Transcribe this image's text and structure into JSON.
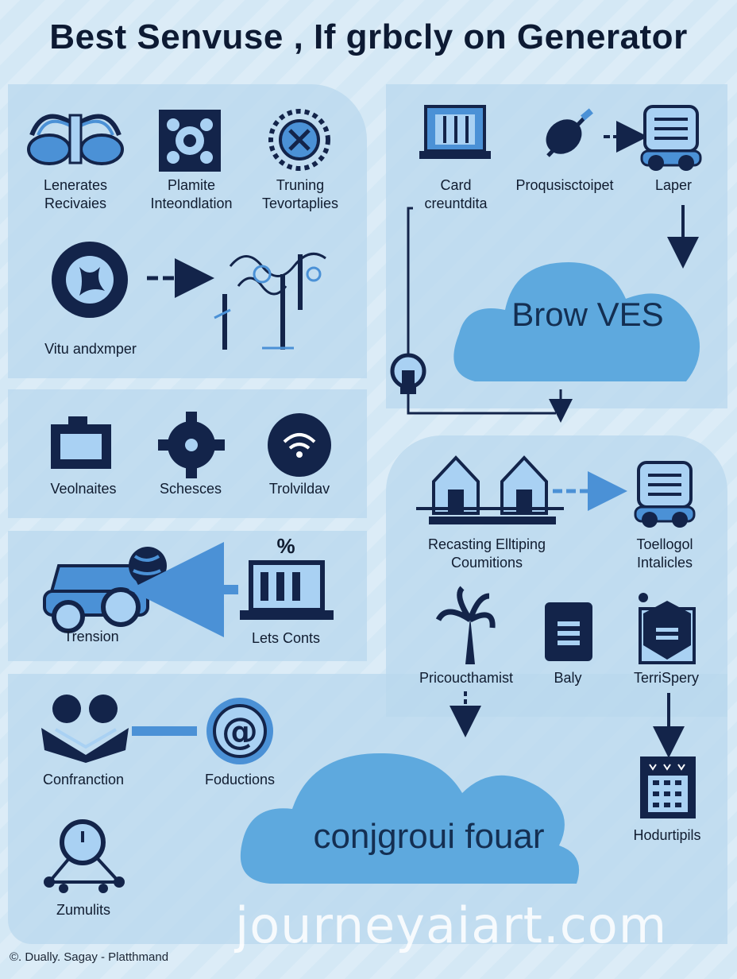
{
  "title": "Best Senvuse , If grbcly on Generator",
  "colors": {
    "dark": "#13244a",
    "mid": "#4b91d6",
    "light": "#a9d1f3",
    "panel": "#b9d8ee",
    "cloud": "#5ea9de"
  },
  "left_panel": {
    "row1": [
      {
        "label": "Lenerates\nRecivaies",
        "icon": "stamp-pair-icon"
      },
      {
        "label": "Plamite\nInteondlation",
        "icon": "pattern-tile-icon"
      },
      {
        "label": "Truning\nTevortaplies",
        "icon": "gear-target-icon"
      }
    ],
    "row2": {
      "label": "Vitu andxmper",
      "icon": "flower-gear-icon",
      "art_icon": "sketch-drawing-icon"
    },
    "row3": [
      {
        "label": "Veolnaites",
        "icon": "battery-icon"
      },
      {
        "label": "Schesces",
        "icon": "cog-burst-icon"
      },
      {
        "label": "Trolvildav",
        "icon": "wifi-icon"
      }
    ],
    "row4": {
      "left_label": "Trension",
      "right_label": "Lets Conts",
      "symbol": "%"
    },
    "row5": [
      {
        "label": "Confranction",
        "icon": "handshake-icon"
      },
      {
        "label": "Foductions",
        "icon": "at-sign-icon"
      }
    ],
    "row6": {
      "label": "Zumulits",
      "icon": "clock-network-icon"
    }
  },
  "right_top": {
    "items": [
      {
        "label": "Card\ncreuntdita",
        "icon": "laptop-icon"
      },
      {
        "label": "Proqusisctoipet",
        "icon": "pen-icon"
      },
      {
        "label": "Laper",
        "icon": "server-car-icon"
      }
    ],
    "cloud_label": "Brow VES"
  },
  "right_mid": {
    "items": [
      {
        "label": "Recasting Elltiping\nCoumitions",
        "icon": "houses-icon"
      },
      {
        "label": "Toellogol\nIntalicles",
        "icon": "server-car-icon"
      },
      {
        "label": "Pricoucthamist",
        "icon": "palm-tree-icon"
      },
      {
        "label": "Baly",
        "icon": "document-icon"
      },
      {
        "label": "TerriSpery",
        "icon": "hexagon-book-icon"
      }
    ]
  },
  "bottom": {
    "cloud_label": "conjgroui fouar",
    "calendar_label": "Hodurtipils"
  },
  "watermark": "journeyaiart.com",
  "credit": "©. Dually. Sagay - Platthmand"
}
